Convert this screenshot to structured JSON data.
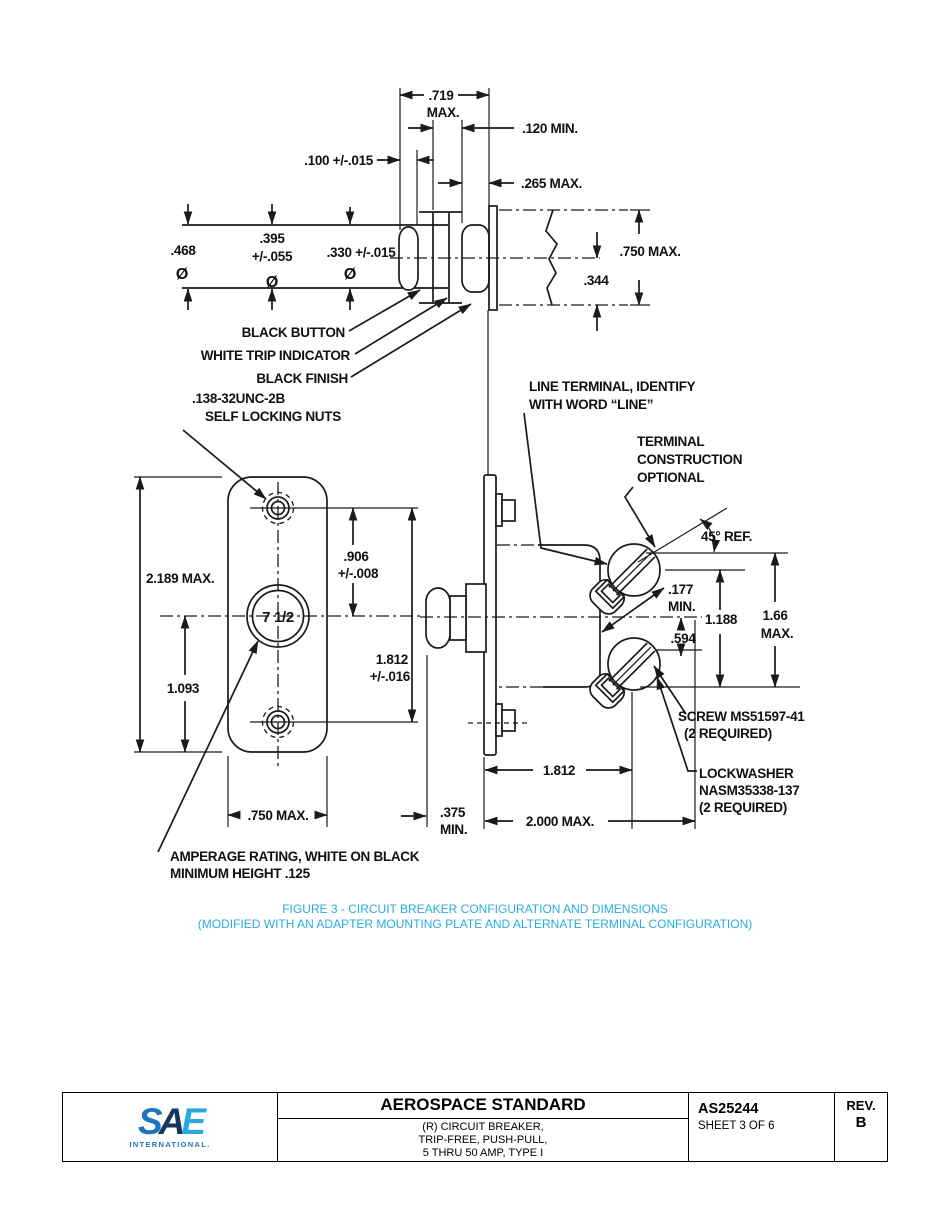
{
  "page": {
    "background": "#ffffff",
    "ink": "#1a1a1a"
  },
  "top_view": {
    "dim_719_l1": ".719",
    "dim_719_l2": "MAX.",
    "dim_120": ".120 MIN.",
    "dim_100": ".100 +/-.015",
    "dim_265": ".265 MAX.",
    "dia_468_l1": ".468",
    "dia_468_l2": "Ø",
    "dia_395_l1": ".395",
    "dia_395_l2": "+/-.055",
    "dia_395_l3": "Ø",
    "dia_330_l1": ".330 +/-.015",
    "dia_330_l2": "Ø",
    "dim_750": ".750 MAX.",
    "dim_344": ".344",
    "label_black_button": "BLACK BUTTON",
    "label_white_trip": "WHITE TRIP INDICATOR",
    "label_black_finish": "BLACK FINISH"
  },
  "plate_view": {
    "label_nuts_l1": ".138-32UNC-2B",
    "label_nuts_l2": "SELF LOCKING NUTS",
    "dim_2189": "2.189 MAX.",
    "dim_1093": "1.093",
    "dim_906_l1": ".906",
    "dim_906_l2": "+/-.008",
    "hole_label": "7 1/2",
    "dim_1812_l1": "1.812",
    "dim_1812_l2": "+/-.016",
    "dim_750": ".750 MAX.",
    "label_amperage_l1": "AMPERAGE RATING, WHITE ON BLACK",
    "label_amperage_l2": "MINIMUM HEIGHT .125"
  },
  "side_view": {
    "label_line_terminal_l1": "LINE TERMINAL, IDENTIFY",
    "label_line_terminal_l2": "WITH WORD “LINE”",
    "label_terminal_l1": "TERMINAL",
    "label_terminal_l2": "CONSTRUCTION",
    "label_terminal_l3": "OPTIONAL",
    "dim_45": "45° REF.",
    "dim_177_l1": ".177",
    "dim_177_l2": "MIN.",
    "dim_1188": "1.188",
    "dim_166_l1": "1.66",
    "dim_166_l2": "MAX.",
    "dim_594": ".594",
    "label_screw_l1": "SCREW MS51597-41",
    "label_screw_l2": "(2 REQUIRED)",
    "label_lockwasher_l1": "LOCKWASHER",
    "label_lockwasher_l2": "NASM35338-137",
    "label_lockwasher_l3": "(2 REQUIRED)",
    "dim_1812": "1.812",
    "dim_375_l1": ".375",
    "dim_375_l2": "MIN.",
    "dim_2000": "2.000 MAX."
  },
  "caption": {
    "line1": "FIGURE 3 - CIRCUIT BREAKER CONFIGURATION AND DIMENSIONS",
    "line2": "(MODIFIED WITH AN ADAPTER MOUNTING PLATE AND ALTERNATE TERMINAL CONFIGURATION)",
    "color": "#29ABE2"
  },
  "footer": {
    "logo": {
      "s": "S",
      "a": "A",
      "e": "E",
      "subtext": "INTERNATIONAL.",
      "color_s": "#1C75BC",
      "color_a": "#16355F",
      "color_e": "#29A9E1"
    },
    "title": "AEROSPACE STANDARD",
    "subtitle_l1": "(R) CIRCUIT BREAKER,",
    "subtitle_l2": "TRIP-FREE, PUSH-PULL,",
    "subtitle_l3": "5 THRU 50 AMP, TYPE I",
    "doc_number": "AS25244",
    "sheet": "SHEET 3 OF 6",
    "rev_label": "REV.",
    "rev_value": "B"
  }
}
